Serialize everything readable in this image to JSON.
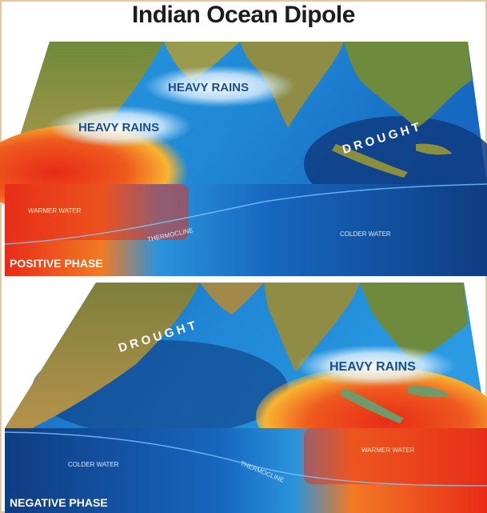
{
  "title": "Indian Ocean Dipole",
  "positive_phase": {
    "phase_label": "POSITIVE PHASE",
    "rain_label_1": "HEAVY RAINS",
    "rain_label_2": "HEAVY RAINS",
    "drought_label": "DROUGHT",
    "warm_label": "WARMER WATER",
    "thermocline_label": "THERMOCLINE",
    "cold_label": "COLDER WATER"
  },
  "negative_phase": {
    "phase_label": "NEGATIVE PHASE",
    "rain_label": "HEAVY RAINS",
    "drought_label": "DROUGHT",
    "warm_label": "WARMER WATER",
    "thermocline_label": "THERMOCLINE",
    "cold_label": "COLDER WATER"
  },
  "colors": {
    "ocean": "#1f8fd9",
    "deep_ocean": "#0f3c82",
    "land": "#8f9b4a",
    "warm_core": "#e8321a",
    "warm_edge": "#f7b431"
  }
}
